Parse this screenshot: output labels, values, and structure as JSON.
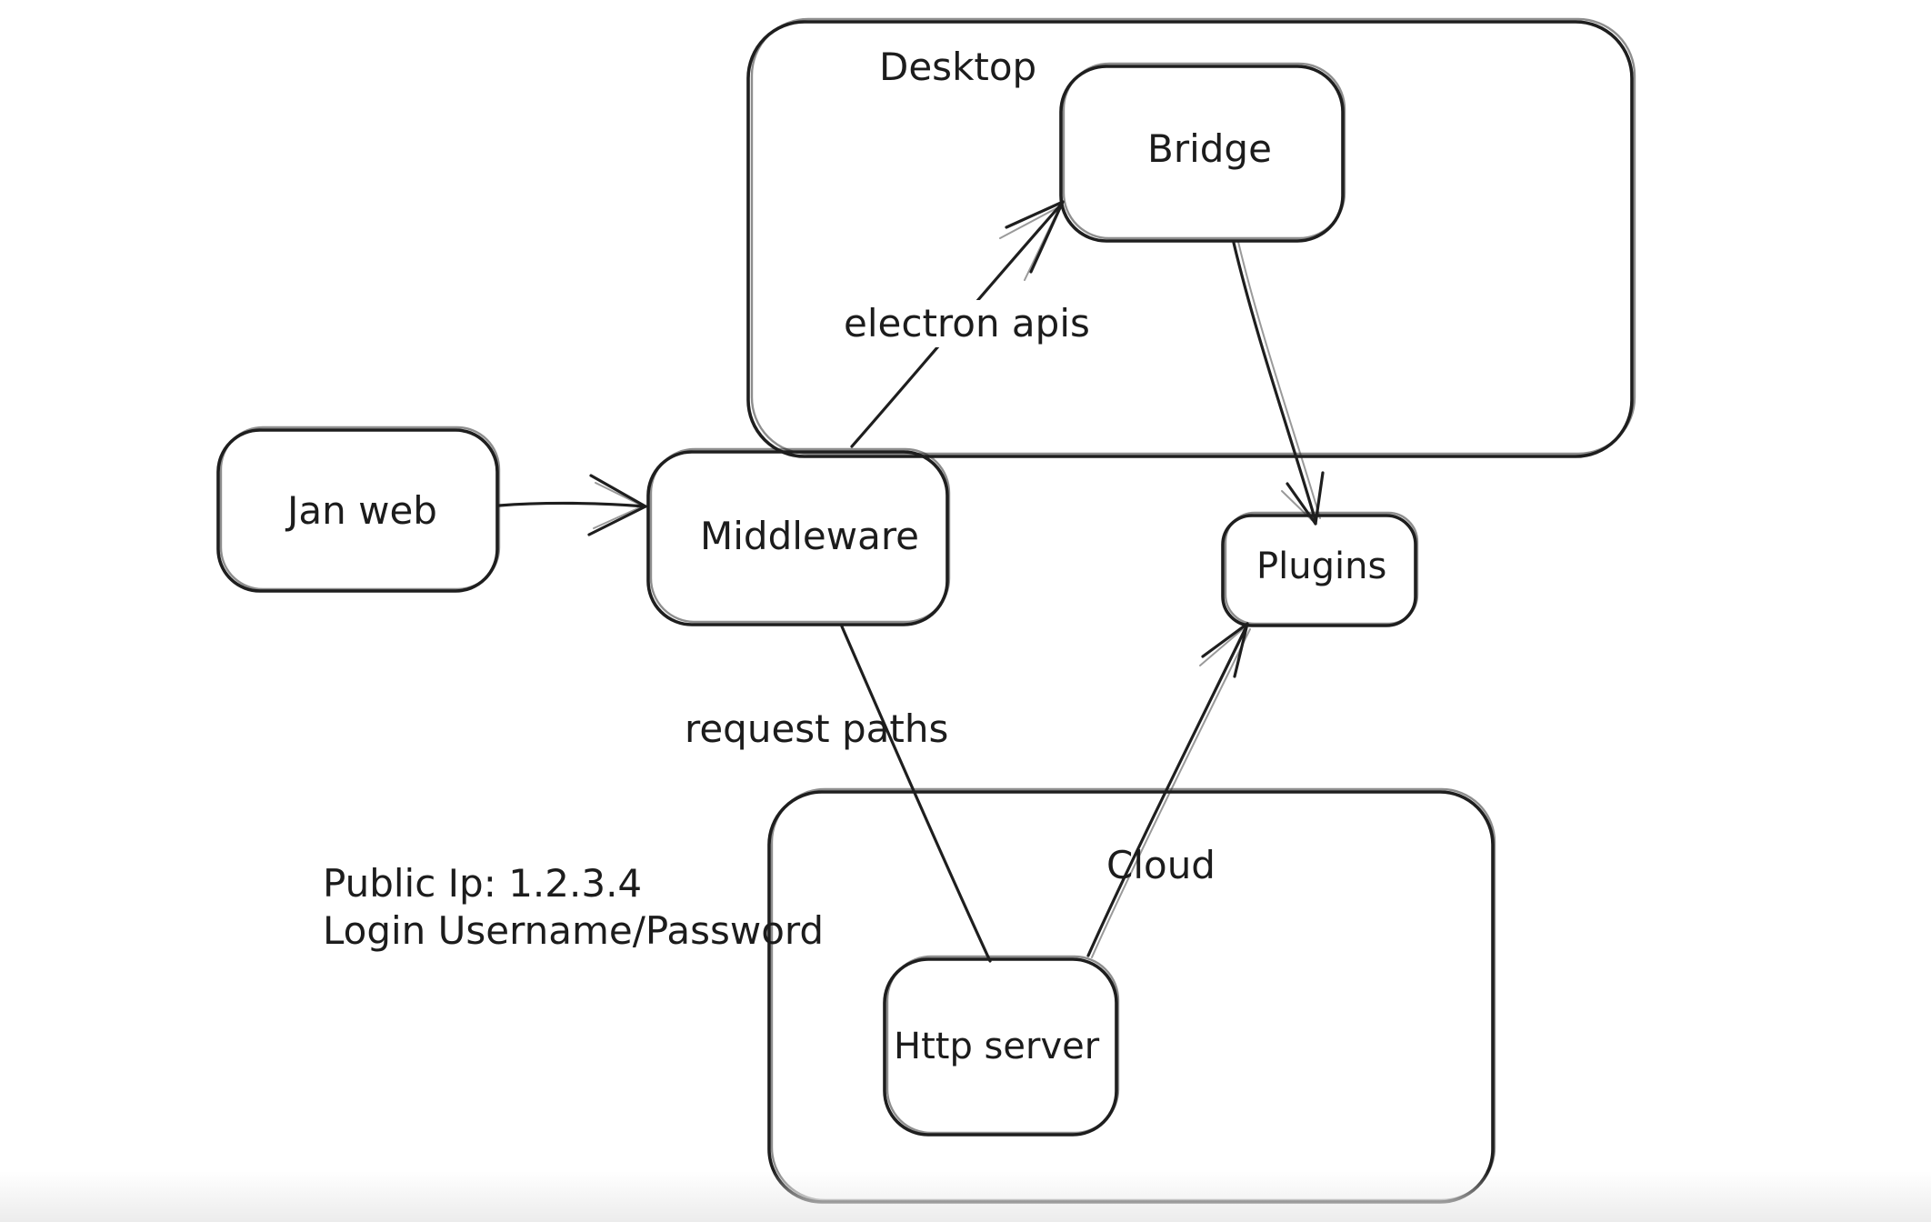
{
  "canvas": {
    "background_color": "#ffffff",
    "stroke_color": "#1e1e1e",
    "text_color": "#1c1c1c",
    "bottom_fade_color": "#ececec"
  },
  "containers": [
    {
      "id": "desktop",
      "label": "Desktop"
    },
    {
      "id": "cloud",
      "label": "Cloud"
    }
  ],
  "nodes": [
    {
      "id": "jan-web",
      "label": "Jan web"
    },
    {
      "id": "middleware",
      "label": "Middleware"
    },
    {
      "id": "bridge",
      "label": "Bridge"
    },
    {
      "id": "plugins",
      "label": "Plugins"
    },
    {
      "id": "http-server",
      "label": "Http server"
    }
  ],
  "edges": [
    {
      "from": "Jan web",
      "to": "Middleware",
      "label": "",
      "arrowhead": "at Middleware"
    },
    {
      "from": "Middleware",
      "to": "Bridge",
      "label": "electron apis",
      "arrowhead": "at Bridge"
    },
    {
      "from": "Bridge",
      "to": "Plugins",
      "label": "",
      "arrowhead": "at Plugins"
    },
    {
      "from": "Middleware",
      "to": "Http server",
      "label": "request paths",
      "arrowhead": "none"
    },
    {
      "from": "Http server",
      "to": "Plugins",
      "label": "",
      "arrowhead": "at Plugins"
    }
  ],
  "annotation": {
    "lines": [
      "Public Ip: 1.2.3.4",
      "Login Username/Password"
    ],
    "combined": "Public Ip: 1.2.3.4\nLogin Username/Password"
  }
}
